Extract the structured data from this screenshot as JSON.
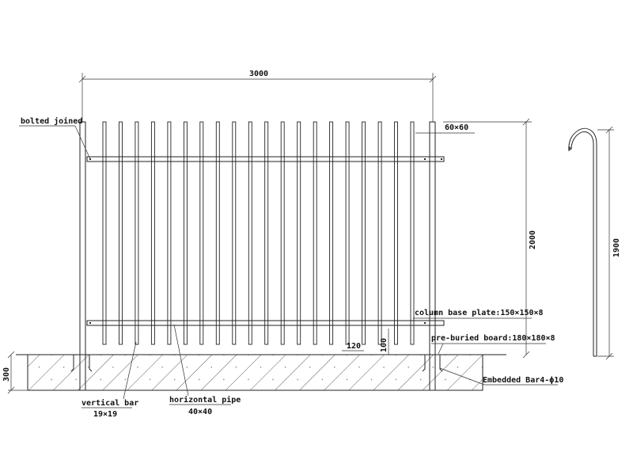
{
  "dimensions": {
    "width": "3000",
    "height": "2000",
    "foundation_depth": "300",
    "picket_spacing": "120",
    "picket_gap_ground": "100",
    "picket_length": "1900"
  },
  "labels": {
    "bolted_joined": "bolted joined",
    "post_size": "60×60",
    "column_base_plate": "column base plate:150×150×8",
    "pre_buried_board": "pre-buried board:180×180×8",
    "embedded_bar": "Embedded Bar4-ϕ10",
    "vertical_bar": "vertical bar",
    "vertical_bar_size": "19×19",
    "horizontal_pipe": "horizontal pipe",
    "horizontal_pipe_size": "40×40"
  },
  "picket_count": 20
}
